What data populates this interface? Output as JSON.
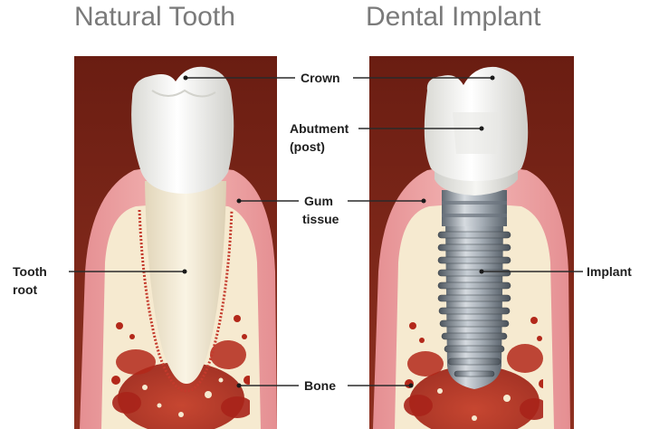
{
  "titles": {
    "left": "Natural Tooth",
    "right": "Dental Implant"
  },
  "labels": {
    "crown": "Crown",
    "abutment_1": "Abutment",
    "abutment_2": "(post)",
    "gum_1": "Gum",
    "gum_2": "tissue",
    "root_1": "Tooth",
    "root_2": "root",
    "implant": "Implant",
    "bone": "Bone"
  },
  "colors": {
    "background_panel": "#7a2416",
    "gum": "#e9a0a0",
    "bone": "#f6ead0",
    "bone_marrow": "#b5281a",
    "enamel": "#f4f4f1",
    "root": "#f0e7d2",
    "implant_metal": "#9aa3ad",
    "leader_lines": "#2a2a2a",
    "title_text": "#7a7a7a"
  }
}
